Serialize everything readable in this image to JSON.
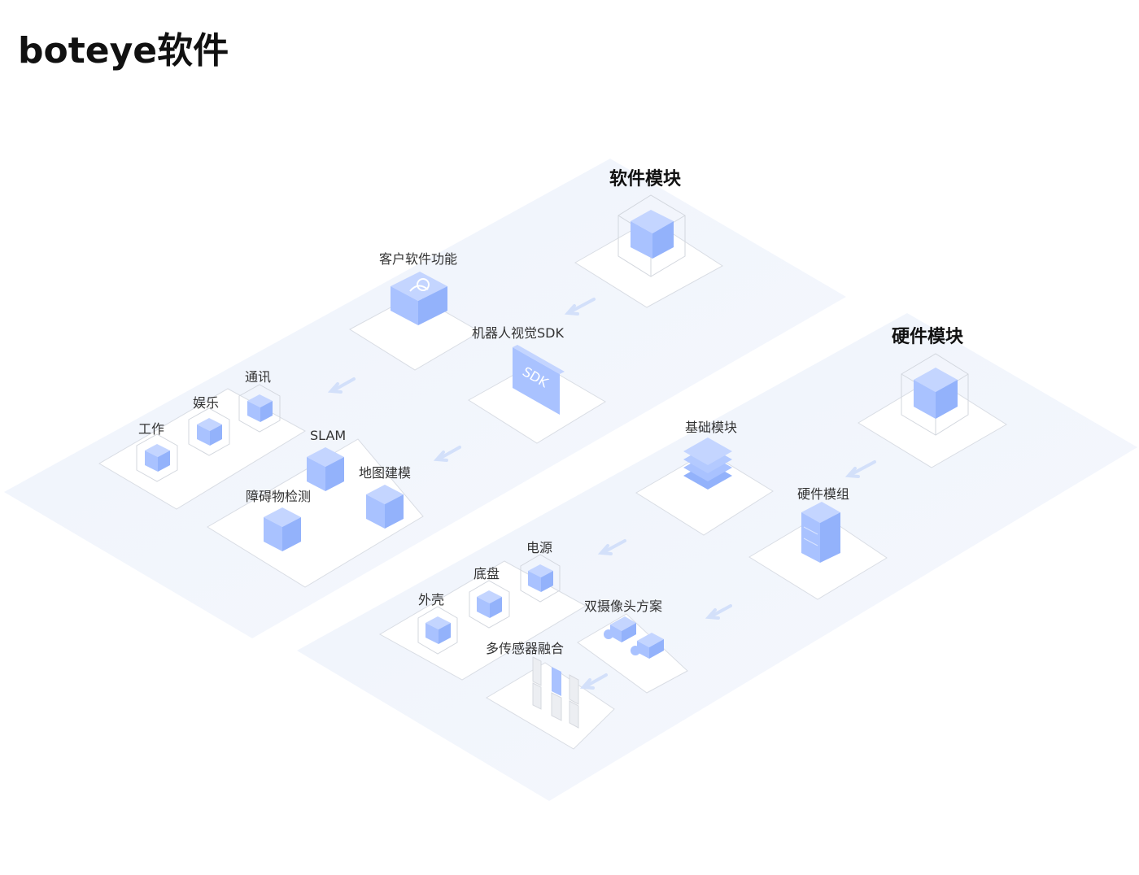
{
  "page": {
    "title": "boteye软件"
  },
  "sections": {
    "software": "软件模块",
    "hardware": "硬件模块"
  },
  "labels": {
    "customer_functions": "客户软件功能",
    "robot_sdk": "机器人视觉SDK",
    "sdk_badge": "SDK",
    "communication": "通讯",
    "entertainment": "娱乐",
    "work": "工作",
    "slam": "SLAM",
    "mapping": "地图建模",
    "obstacle_detection": "障碍物检测",
    "base_module": "基础模块",
    "hardware_module_group": "硬件模组",
    "power": "电源",
    "chassis": "底盘",
    "shell": "外壳",
    "dual_camera": "双摄像头方案",
    "sensor_fusion": "多传感器融合"
  },
  "colors": {
    "platform_fill": "#f2f6fd",
    "cube_front": "#a9c2ff",
    "cube_top": "#c4d5ff",
    "cube_side": "#8fb0fb",
    "arrow": "#d3e0fa",
    "tile_stroke": "#d7dbe2"
  }
}
